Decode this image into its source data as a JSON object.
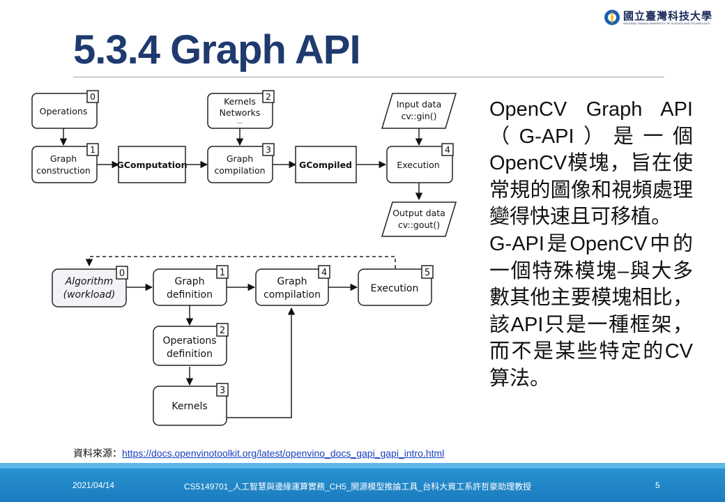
{
  "header": {
    "logo_text": "國立臺灣科技大學",
    "logo_subtext": "NATIONAL TAIWAN UNIVERSITY OF SCIENCE AND TECHNOLOGY",
    "title": "5.3.4 Graph API"
  },
  "diagram_top": {
    "operations": "Operations",
    "operations_num": "0",
    "graph_construction_l1": "Graph",
    "graph_construction_l2": "construction",
    "graph_construction_num": "1",
    "gcomputation": "GComputation",
    "kernels_l1": "Kernels",
    "kernels_l2": "Networks",
    "kernels_l3": "...",
    "kernels_num": "2",
    "graph_compilation_l1": "Graph",
    "graph_compilation_l2": "compilation",
    "graph_compilation_num": "3",
    "gcompiled": "GCompiled",
    "input_l1": "Input data",
    "input_l2": "cv::gin()",
    "execution": "Execution",
    "execution_num": "4",
    "output_l1": "Output data",
    "output_l2": "cv::gout()"
  },
  "diagram_bottom": {
    "algorithm_l1": "Algorithm",
    "algorithm_l2": "(workload)",
    "algorithm_num": "0",
    "graph_definition_l1": "Graph",
    "graph_definition_l2": "definition",
    "graph_definition_num": "1",
    "graph_compilation_l1": "Graph",
    "graph_compilation_l2": "compilation",
    "graph_compilation_num": "4",
    "execution": "Execution",
    "execution_num": "5",
    "operations_definition_l1": "Operations",
    "operations_definition_l2": "definition",
    "operations_definition_num": "2",
    "kernels": "Kernels",
    "kernels_num": "3"
  },
  "body": {
    "para1": "OpenCV Graph API（G-API）是一個OpenCV模塊，旨在使常規的圖像和視頻處理變得快速且可移植。",
    "para2": "G-API是OpenCV中的一個特殊模塊–與大多數其他主要模塊相比，該API只是一種框架，而不是某些特定的CV算法。"
  },
  "source": {
    "label": "資料來源：",
    "url": "https://docs.openvinotoolkit.org/latest/openvino_docs_gapi_gapi_intro.html"
  },
  "footer": {
    "date": "2021/04/14",
    "course": "CS5149701_人工智慧與邊緣運算實務_CH5_開源模型推論工具_台科大資工系許哲豪助理教授",
    "page": "5"
  },
  "colors": {
    "title": "#1f3a6e",
    "footer": "#1a7cc0",
    "link": "#1a3fbf"
  }
}
